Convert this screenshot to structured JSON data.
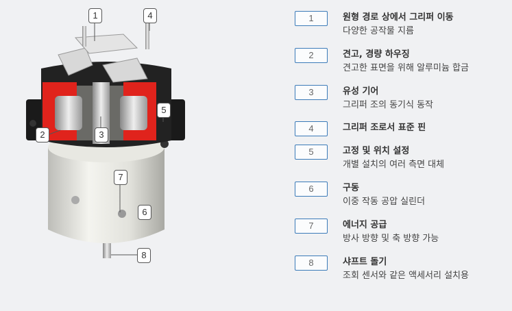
{
  "callouts": [
    "1",
    "2",
    "3",
    "4",
    "5",
    "6",
    "7",
    "8"
  ],
  "legend": [
    {
      "num": "1",
      "title": "원형 경로 상에서 그리퍼 이동",
      "sub": "다양한 공작물 지름"
    },
    {
      "num": "2",
      "title": "견고, 경량 하우징",
      "sub": "견고한 표면을 위해 알루미늄 합금"
    },
    {
      "num": "3",
      "title": "유성 기어",
      "sub": "그리퍼 조의 동기식 동작"
    },
    {
      "num": "4",
      "title": "그리퍼 조로서 표준 핀",
      "sub": ""
    },
    {
      "num": "5",
      "title": "고정 및 위치 설정",
      "sub": "개별 설치의 여러 측면 대체"
    },
    {
      "num": "6",
      "title": "구동",
      "sub": "이중 작동 공압 실린더"
    },
    {
      "num": "7",
      "title": "에너지 공급",
      "sub": "방사 방향 및 축 방향 가능"
    },
    {
      "num": "8",
      "title": "샤프트 돌기",
      "sub": "조회 센서와 같은 액세서리 설치용"
    }
  ],
  "colors": {
    "accent": "#3a7ab8",
    "housing": "#e0231c",
    "background": "#f0f1f3"
  }
}
